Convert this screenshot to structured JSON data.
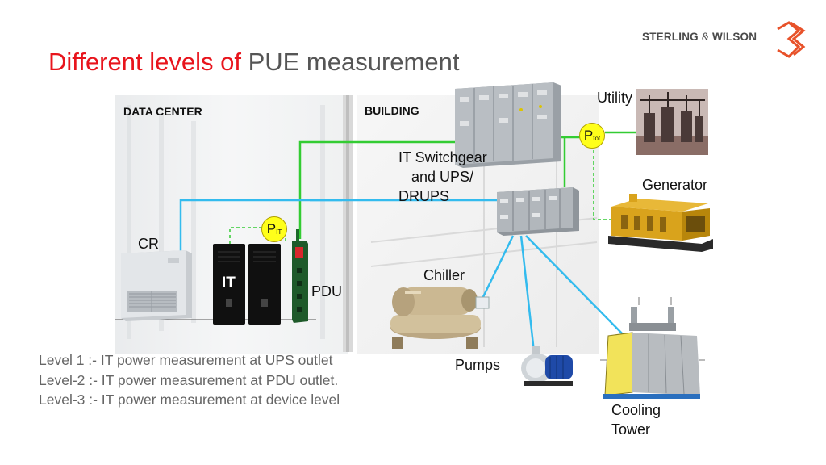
{
  "slide": {
    "title_red": "Different levels of",
    "title_gray": "PUE measurement"
  },
  "logo": {
    "name_left": "STERLING",
    "amp": "&",
    "name_right": "WILSON",
    "accent_color": "#e8522a"
  },
  "zones": {
    "data_center": "DATA CENTER",
    "building": "BUILDING"
  },
  "labels": {
    "utility": "Utility",
    "switchgear_line1": "IT Switchgear",
    "switchgear_line2": "and UPS/",
    "switchgear_line3": "DRUPS",
    "generator": "Generator",
    "cr": "CR",
    "it": "IT",
    "pdu": "PDU",
    "chiller": "Chiller",
    "pumps": "Pumps",
    "cooling_line1": "Cooling",
    "cooling_line2": "Tower"
  },
  "meters": {
    "p_tot_main": "P",
    "p_tot_sub": "tot",
    "p_it_main": "P",
    "p_it_sub": "IT",
    "fill_color": "#ffff1a"
  },
  "levels": [
    "Level 1 :- IT power measurement at UPS outlet",
    "Level-2 :- IT power measurement at PDU outlet.",
    "Level-3 :- IT power measurement at device level"
  ],
  "colors": {
    "title_red": "#e8141c",
    "line_green": "#33cc33",
    "line_blue": "#33bbee"
  }
}
